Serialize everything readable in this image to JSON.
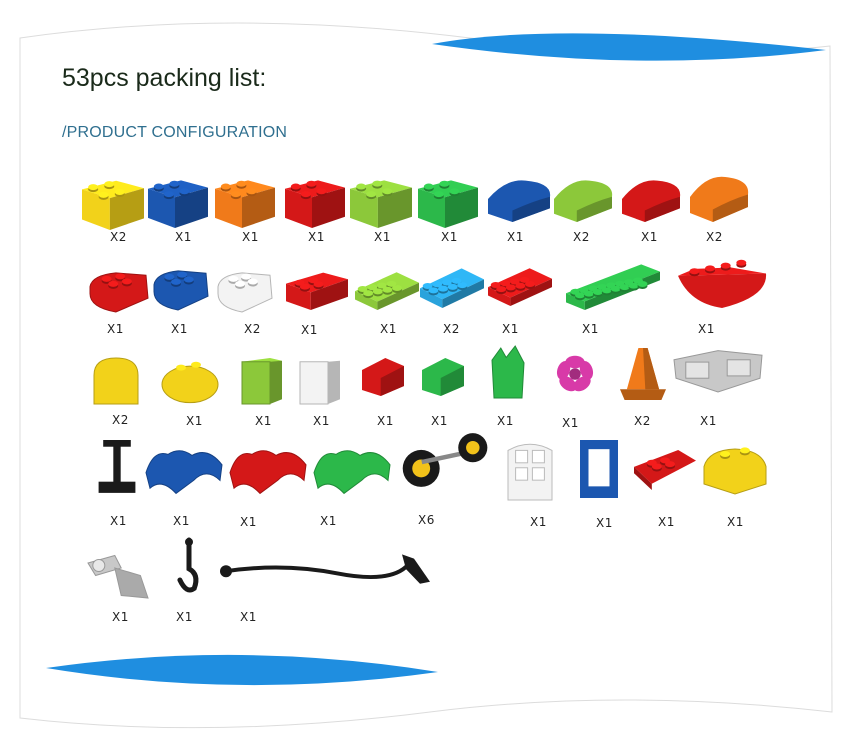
{
  "header": {
    "title": "53pcs packing list:",
    "subtitle": "/PRODUCT CONFIGURATION"
  },
  "colors": {
    "yellow": "#f2d21a",
    "blue": "#1c57b0",
    "orange": "#f07a1a",
    "red": "#d41818",
    "lime": "#8cc83a",
    "green": "#2cb84a",
    "cyan": "#2aa3dc",
    "white": "#f3f3f3",
    "magenta": "#d83aa8",
    "grey": "#c8c8c8",
    "black": "#1a1a1a",
    "banner": "#1f8ee0"
  },
  "pieces": [
    {
      "name": "2x2-brick-yellow",
      "color": "yellow",
      "shape": "brick",
      "qty": "X2"
    },
    {
      "name": "2x2-brick-blue",
      "color": "blue",
      "shape": "brick",
      "qty": "X1"
    },
    {
      "name": "2x2-brick-orange",
      "color": "orange",
      "shape": "brick",
      "qty": "X1"
    },
    {
      "name": "2x2-brick-red",
      "color": "red",
      "shape": "brick",
      "qty": "X1"
    },
    {
      "name": "2x2-brick-lime",
      "color": "lime",
      "shape": "brick",
      "qty": "X1"
    },
    {
      "name": "2x2-brick-green",
      "color": "green",
      "shape": "brick",
      "qty": "X1"
    },
    {
      "name": "curved-brick-blue",
      "color": "blue",
      "shape": "curved",
      "qty": "X1"
    },
    {
      "name": "curved-brick-lime",
      "color": "lime",
      "shape": "curved",
      "qty": "X2"
    },
    {
      "name": "curved-brick-red",
      "color": "red",
      "shape": "curved",
      "qty": "X1"
    },
    {
      "name": "curved-brick-orange",
      "color": "orange",
      "shape": "curved",
      "qty": "X2"
    },
    {
      "name": "rounded-brick-red",
      "color": "red",
      "shape": "rounded",
      "qty": "X1"
    },
    {
      "name": "rounded-brick-blue",
      "color": "blue",
      "shape": "rounded",
      "qty": "X1"
    },
    {
      "name": "rounded-brick-white",
      "color": "white",
      "shape": "rounded",
      "qty": "X2"
    },
    {
      "name": "slim-brick-red",
      "color": "red",
      "shape": "slim",
      "qty": "X1"
    },
    {
      "name": "2x4-plate-lime",
      "color": "lime",
      "shape": "plate",
      "qty": "X1"
    },
    {
      "name": "2x4-plate-cyan",
      "color": "cyan",
      "shape": "plate",
      "qty": "X2"
    },
    {
      "name": "2x4-plate-red",
      "color": "red",
      "shape": "plate",
      "qty": "X1"
    },
    {
      "name": "2x8-plate-green",
      "color": "green",
      "shape": "longplate",
      "qty": "X1"
    },
    {
      "name": "boat-base-red",
      "color": "red",
      "shape": "boat",
      "qty": "X1"
    },
    {
      "name": "arch-top-yellow",
      "color": "yellow",
      "shape": "arch",
      "qty": "X2"
    },
    {
      "name": "round-brick-yellow",
      "color": "yellow",
      "shape": "oval",
      "qty": "X1"
    },
    {
      "name": "tall-brick-lime",
      "color": "lime",
      "shape": "tall",
      "qty": "X1"
    },
    {
      "name": "tall-brick-white",
      "color": "white",
      "shape": "tall",
      "qty": "X1"
    },
    {
      "name": "slope-brick-red",
      "color": "red",
      "shape": "slope",
      "qty": "X1"
    },
    {
      "name": "slope-brick-green",
      "color": "green",
      "shape": "slope",
      "qty": "X1"
    },
    {
      "name": "grass-piece-green",
      "color": "green",
      "shape": "grass",
      "qty": "X1"
    },
    {
      "name": "flower-magenta",
      "color": "magenta",
      "shape": "flower",
      "qty": "X1"
    },
    {
      "name": "traffic-cone-orange",
      "color": "orange",
      "shape": "cone",
      "qty": "X2"
    },
    {
      "name": "crane-cab-grey",
      "color": "grey",
      "shape": "cab",
      "qty": "X1"
    },
    {
      "name": "lamp-post-black",
      "color": "black",
      "shape": "post",
      "qty": "X1"
    },
    {
      "name": "mudguard-blue",
      "color": "blue",
      "shape": "mudguard",
      "qty": "X1"
    },
    {
      "name": "mudguard-red",
      "color": "red",
      "shape": "mudguard",
      "qty": "X1"
    },
    {
      "name": "mudguard-green",
      "color": "green",
      "shape": "mudguard",
      "qty": "X1"
    },
    {
      "name": "wheel-axle-set",
      "color": "black",
      "shape": "wheels",
      "qty": "X6"
    },
    {
      "name": "door-white",
      "color": "white",
      "shape": "door",
      "qty": "X1"
    },
    {
      "name": "window-frame-blue",
      "color": "blue",
      "shape": "frame",
      "qty": "X1"
    },
    {
      "name": "wedge-plate-red",
      "color": "red",
      "shape": "wedge",
      "qty": "X1"
    },
    {
      "name": "dome-brick-yellow",
      "color": "yellow",
      "shape": "dome",
      "qty": "X1"
    },
    {
      "name": "hinge-grey",
      "color": "grey",
      "shape": "hinge",
      "qty": "X1"
    },
    {
      "name": "crane-hook-black",
      "color": "black",
      "shape": "hook",
      "qty": "X1"
    },
    {
      "name": "flexible-hose-black",
      "color": "black",
      "shape": "hose",
      "qty": "X1"
    }
  ]
}
